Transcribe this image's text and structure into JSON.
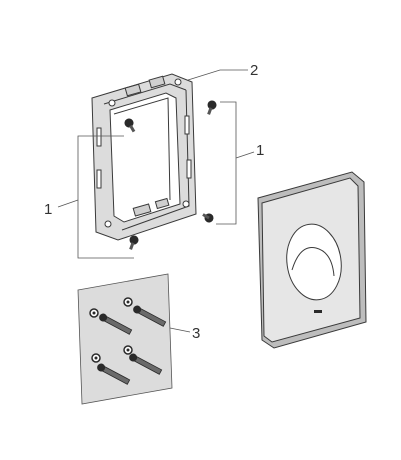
{
  "callouts": {
    "frame_screws_left": "1",
    "frame_screws_right": "1",
    "mounting_frame": "2",
    "wall_anchors_and_screws": "3"
  },
  "colors": {
    "line": "#555555",
    "part_fill": "#d9d9d9",
    "plate_fill": "#e6e6e6",
    "dark": "#2a2a2a"
  },
  "icons": {
    "flush_plate": "flush-plate-icon",
    "frame": "mounting-frame-icon",
    "screw": "screw-icon",
    "anchor": "wall-plug-icon"
  }
}
